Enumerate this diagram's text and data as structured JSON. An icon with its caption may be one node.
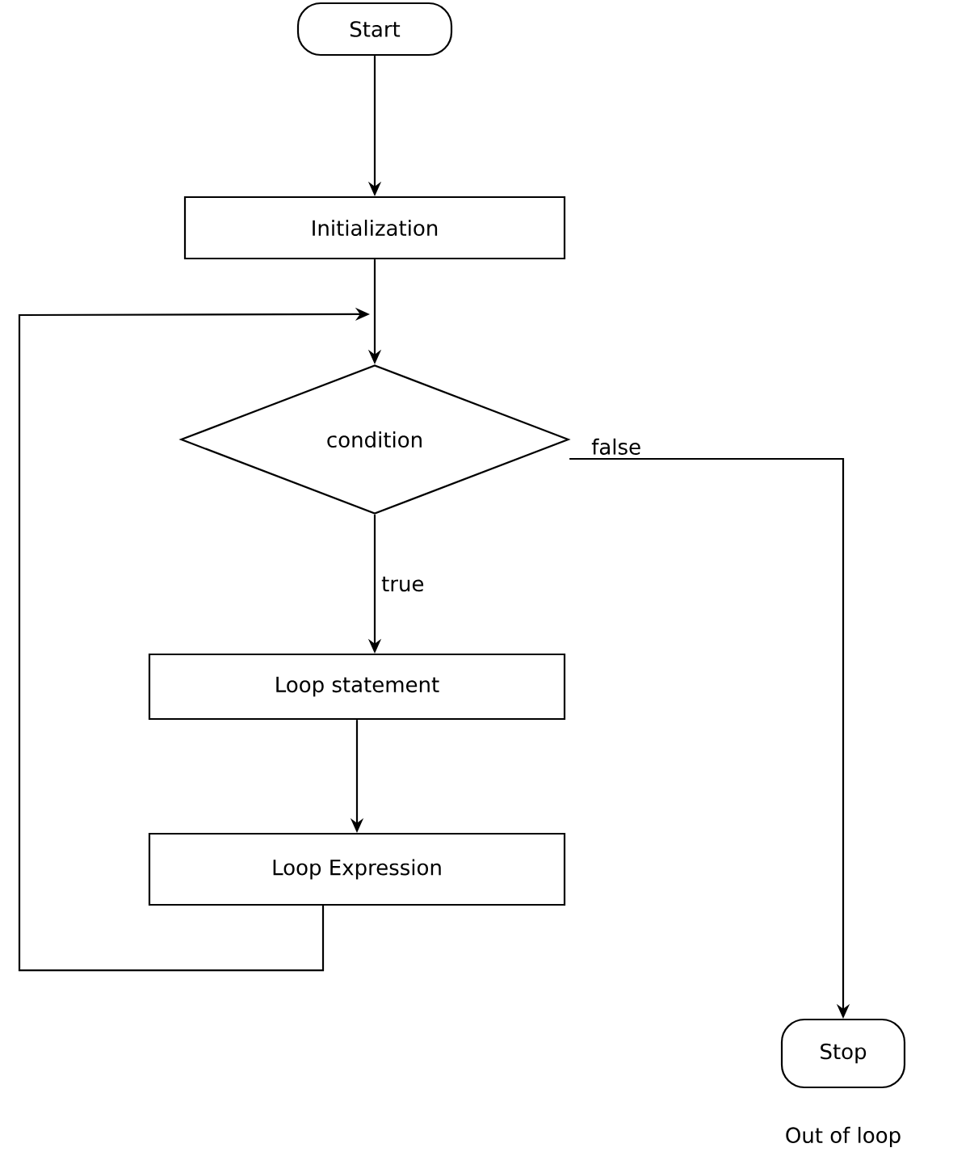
{
  "diagram": {
    "nodes": [
      {
        "text": [
          "Start"
        ]
      },
      {
        "text": [
          "Initialization"
        ]
      },
      {
        "text": [
          "condition"
        ]
      },
      {
        "text": [
          "Loop statement"
        ]
      },
      {
        "text": [
          "Loop Expression"
        ]
      },
      {
        "text": [
          "Stop"
        ],
        "beside": [
          "Out of loop"
        ]
      }
    ],
    "edges": [
      {
        "from": 0,
        "to": 1,
        "arrow": "to"
      },
      {
        "from": 1,
        "to": 2,
        "arrow": "to"
      },
      {
        "from": 2,
        "to": 3,
        "arrow": "to",
        "label": "true"
      },
      {
        "from": 3,
        "to": 4,
        "arrow": "to"
      },
      {
        "from": 4,
        "to": 2,
        "arrow": "to"
      },
      {
        "from": 2,
        "to": 5,
        "arrow": "to",
        "label": "false"
      }
    ]
  }
}
